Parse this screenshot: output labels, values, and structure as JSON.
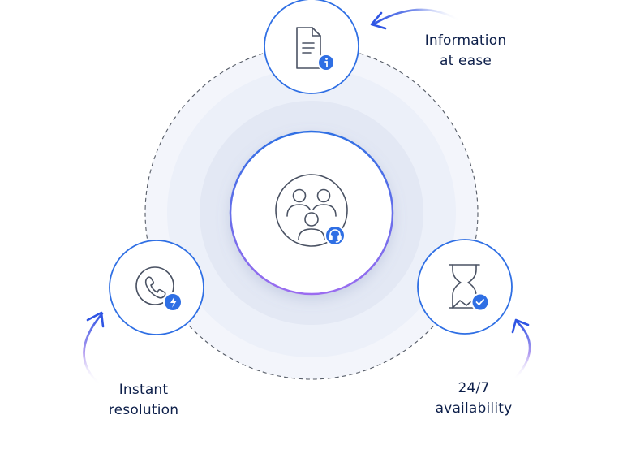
{
  "diagram": {
    "center": {
      "name": "support-team",
      "icon": "team-headset-icon"
    },
    "features": [
      {
        "id": "information",
        "icon": "document-info-icon",
        "badge_icon": "info-icon",
        "label_lines": [
          "Information",
          "at ease"
        ]
      },
      {
        "id": "instant",
        "icon": "phone-icon",
        "badge_icon": "lightning-icon",
        "label_lines": [
          "Instant",
          "resolution"
        ]
      },
      {
        "id": "availability",
        "icon": "hourglass-icon",
        "badge_icon": "check-icon",
        "label_lines": [
          "24/7",
          "availability"
        ]
      }
    ],
    "colors": {
      "accent_blue": "#2f6fe4",
      "accent_purple": "#9b6cf0",
      "text_dark": "#0d1f4a",
      "icon_stroke": "#4a5263",
      "halo_light": "#eef1fa",
      "halo_mid": "#e2e7f4",
      "dashed_ring": "#555b66"
    }
  }
}
